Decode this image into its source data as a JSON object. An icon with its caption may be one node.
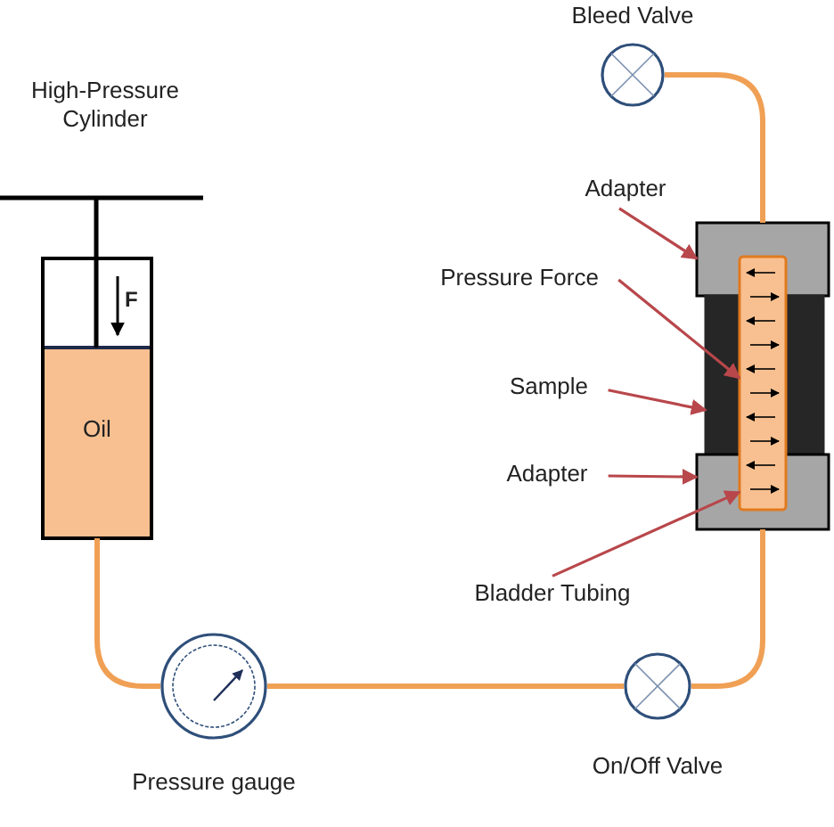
{
  "diagram": {
    "nodes": [
      {
        "text": [
          "High-Pressure Cylinder",
          "Oil"
        ]
      },
      {
        "text": [
          "Pressure gauge"
        ]
      },
      {
        "text": [
          "On/Off Valve"
        ]
      },
      {
        "text": [
          "Bleed Valve"
        ]
      },
      {
        "text": [],
        "shape": "box"
      },
      {
        "text": [],
        "shape": "box"
      },
      {
        "text": [],
        "shape": "box"
      },
      {
        "text": [],
        "shape": "bar"
      },
      {
        "text": [
          "Adapter"
        ]
      },
      {
        "text": [
          "Pressure Force"
        ]
      },
      {
        "text": [
          "Sample"
        ]
      },
      {
        "text": [
          "Adapter"
        ]
      },
      {
        "text": [
          "Bladder Tubing"
        ]
      }
    ],
    "edges": [
      {
        "from": 0,
        "to": 1,
        "arrow": "none",
        "color": "#f0a055"
      },
      {
        "from": 1,
        "to": 2,
        "arrow": "none",
        "color": "#f0a055"
      },
      {
        "from": 2,
        "to": 6,
        "arrow": "none",
        "color": "#f0a055"
      },
      {
        "from": 4,
        "to": 3,
        "arrow": "none",
        "color": "#f0a055"
      },
      {
        "from": 8,
        "to": 4,
        "arrow": "to",
        "color": "#b8474b"
      },
      {
        "from": 9,
        "to": 7,
        "arrow": "to",
        "color": "#b8474b"
      },
      {
        "from": 10,
        "to": 5,
        "arrow": "to",
        "color": "#b8474b"
      },
      {
        "from": 11,
        "to": 6,
        "arrow": "to",
        "color": "#b8474b"
      },
      {
        "from": 12,
        "to": 7,
        "arrow": "to",
        "color": "#b8474b"
      }
    ],
    "labels": [
      "F"
    ]
  }
}
